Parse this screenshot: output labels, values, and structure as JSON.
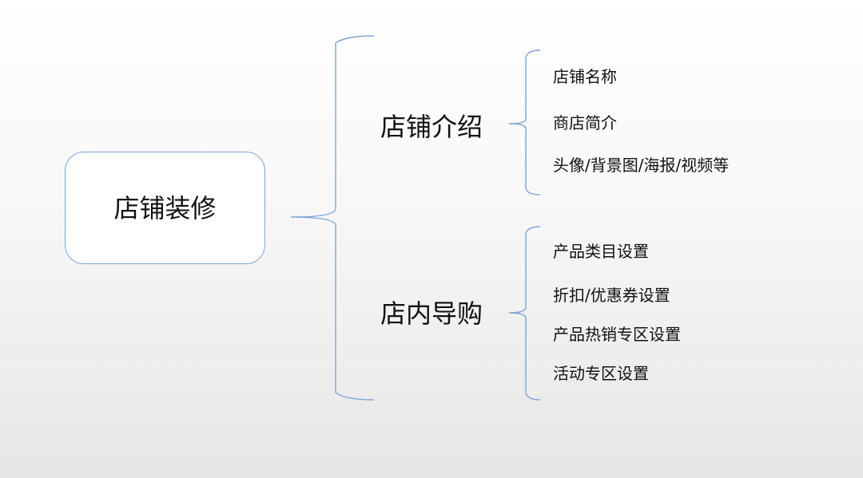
{
  "diagram": {
    "root": "店铺装修",
    "branches": [
      {
        "label": "店铺介绍",
        "items": [
          "店铺名称",
          "商店简介",
          "头像/背景图/海报/视频等"
        ]
      },
      {
        "label": "店内导购",
        "items": [
          "产品类目设置",
          "折扣/优惠券设置",
          "产品热销专区设置",
          "活动专区设置"
        ]
      }
    ],
    "line_color": "#7ea3d9"
  }
}
